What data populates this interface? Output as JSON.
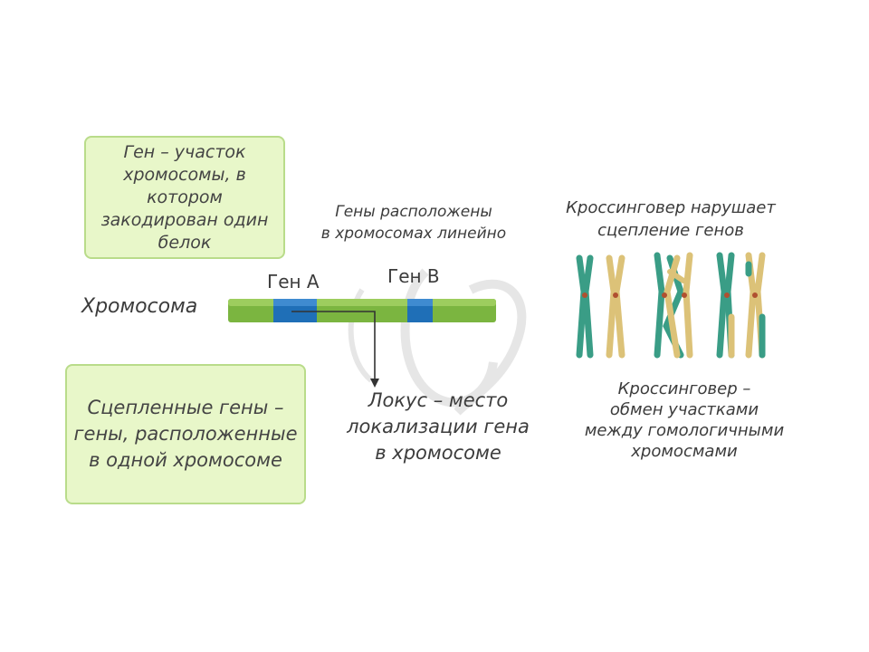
{
  "definitions": {
    "gene": "Ген – участок\nхромосомы, в\nкотором\nзакодирован один\nбелок",
    "linked_genes": "Сцепленные гены –\nгены, расположенные\nв одной хромосоме"
  },
  "chromosome": {
    "label": "Хромосома",
    "gene_a": "Ген А",
    "gene_b": "Ген В",
    "linear_note": "Гены расположены\nв хромосомах линейно",
    "locus": "Локус – место\nлокализации гена\nв хромосоме"
  },
  "crossing_over": {
    "title": "Кроссинговер нарушает\nсцепление генов",
    "definition": "Кроссинговер –\nобмен участками\nмежду гомологичными\nхромосмами"
  },
  "colors": {
    "box_fill": "#e8f7c9",
    "box_border": "#b9dc8a",
    "chromosome_green": "#7bb540",
    "gene_blue": "#1f6fb7",
    "chromatid_teal": "#3a9d86",
    "chromatid_yellow": "#dcc278"
  }
}
